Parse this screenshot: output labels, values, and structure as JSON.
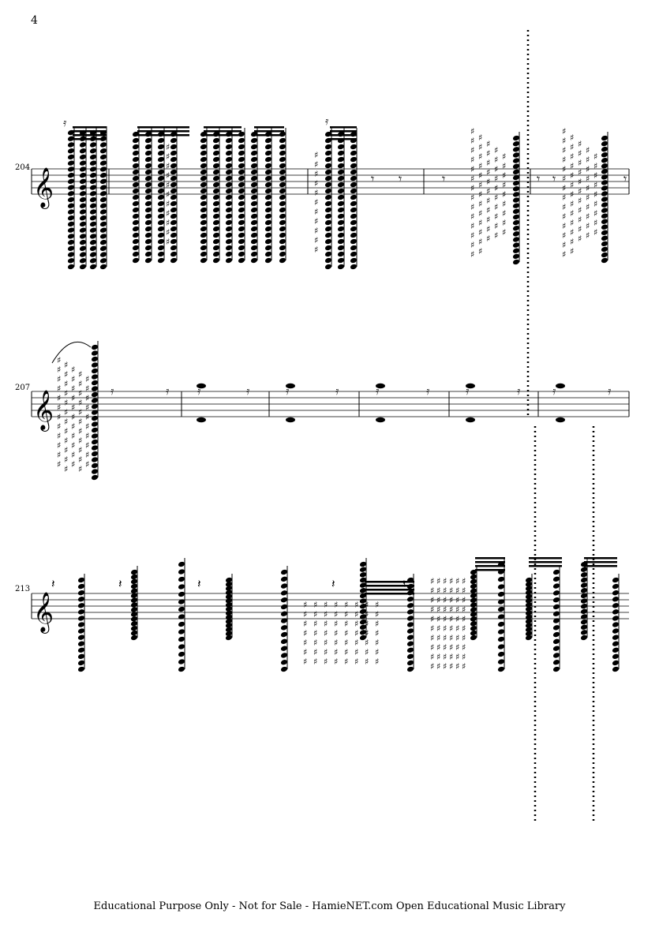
{
  "page": {
    "number": "4",
    "footer": "Educational Purpose Only - Not for Sale - HamieNET.com Open Educational Music Library"
  },
  "systems": [
    {
      "measure_start": "204"
    },
    {
      "measure_start": "207"
    },
    {
      "measure_start": "213"
    }
  ],
  "icons": {
    "clef": "treble-clef-icon",
    "rest": "rest-icon",
    "accidental": "sharp-icon"
  }
}
